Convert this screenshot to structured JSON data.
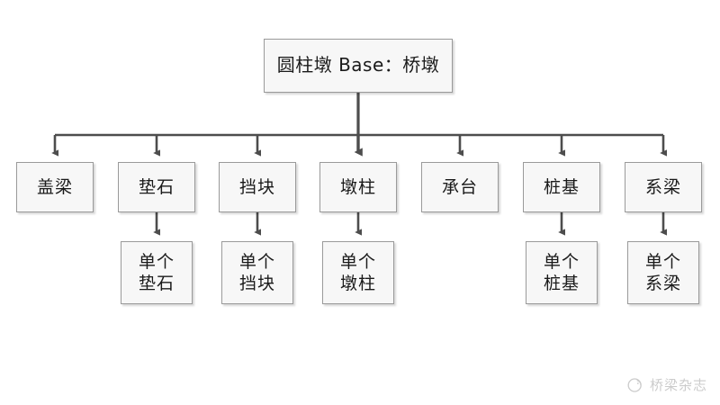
{
  "diagram": {
    "title": "圆柱墩 Base：桥墩",
    "root": {
      "label": "圆柱墩 Base：桥墩"
    },
    "level2": [
      {
        "label": "盖梁"
      },
      {
        "label": "垫石"
      },
      {
        "label": "挡块"
      },
      {
        "label": "墩柱"
      },
      {
        "label": "承台"
      },
      {
        "label": "桩基"
      },
      {
        "label": "系梁"
      }
    ],
    "level3": [
      {
        "line1": "单个",
        "line2": "垫石"
      },
      {
        "line1": "单个",
        "line2": "挡块"
      },
      {
        "line1": "单个",
        "line2": "墩柱"
      },
      {
        "line1": "单个",
        "line2": "桩基"
      },
      {
        "line1": "单个",
        "line2": "系梁"
      }
    ]
  },
  "watermark": {
    "text": "桥梁杂志",
    "icon": "circle-logo-icon"
  },
  "colors": {
    "node_fill": "#f7f7f7",
    "node_border": "#9a9a9a",
    "connector": "#4d4d4d",
    "background": "#ffffff",
    "text": "#1a1a1a"
  }
}
